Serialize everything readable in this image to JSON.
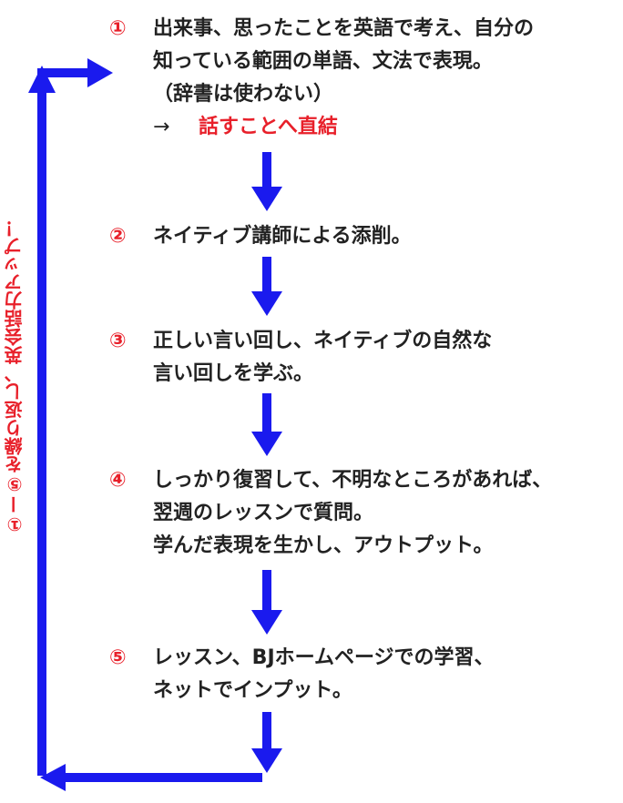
{
  "colors": {
    "arrow": "#1a1aee",
    "accent": "#e8202a",
    "text": "#222222"
  },
  "steps": [
    {
      "number": "①",
      "lines": [
        "出来事、思ったことを英語で考え、自分の",
        "知っている範囲の単語、文法で表現。",
        "（辞書は使わない）"
      ],
      "result_arrow": "→",
      "result_text": "話すことへ直結"
    },
    {
      "number": "②",
      "lines": [
        "ネイティブ講師による添削。"
      ]
    },
    {
      "number": "③",
      "lines": [
        "正しい言い回し、ネイティブの自然な",
        "言い回しを学ぶ。"
      ]
    },
    {
      "number": "④",
      "lines": [
        "しっかり復習して、不明なところがあれば、",
        "翌週のレッスンで質問。",
        "学んだ表現を生かし、アウトプット。"
      ]
    },
    {
      "number": "⑤",
      "lines": [
        "レッスン、BJホームページでの学習、",
        "ネットでインプット。"
      ]
    }
  ],
  "loop_label": "①ー⑤を繰り返し、英会話力アップ！"
}
